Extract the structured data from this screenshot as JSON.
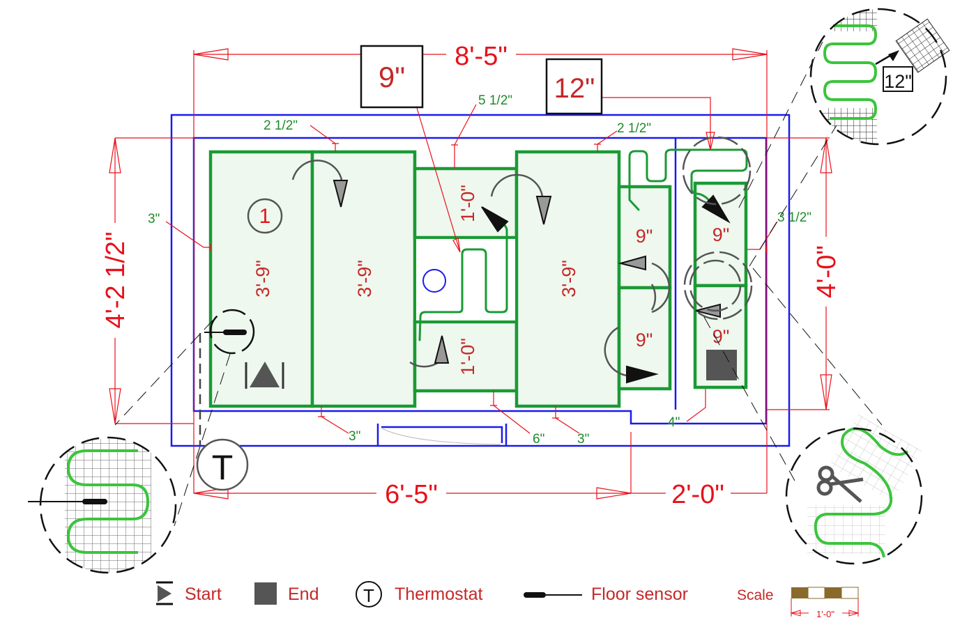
{
  "title": "Heated floor mat layout plan",
  "colors": {
    "wall": "#1a1aee",
    "mat_outline": "#1a9a35",
    "mat_fill": "#eef8ef",
    "dimension": "#e8101a",
    "label": "#c62828",
    "note": "#1e8a2a",
    "heating_cable": "#3cc43c",
    "arrow": "#555555",
    "scale_brown": "#8a6a2a"
  },
  "overall_dimensions": {
    "width": "8'-5\"",
    "height_left": "4'-2 1/2\"",
    "height_right": "4'-0\"",
    "bottom_left": "6'-5\"",
    "bottom_right": "2'-0\""
  },
  "callouts": {
    "mat_width_9": "9\"",
    "mat_width_12": "12\""
  },
  "offsets": {
    "top_left": "2 1/2\"",
    "top_middle": "5 1/2\"",
    "top_right": "2 1/2\"",
    "left": "3\"",
    "right": "3 1/2\"",
    "bottom_left": "3\"",
    "bottom_mid": "6\"",
    "bottom_right": "3\"",
    "bottom_alcove": "4\""
  },
  "mats": [
    {
      "id": "panel-1",
      "label": "3'-9\"",
      "badge": "1"
    },
    {
      "id": "panel-2",
      "label": "3'-9\""
    },
    {
      "id": "panel-3-top",
      "label": "1'-0\""
    },
    {
      "id": "panel-3-bottom",
      "label": "1'-0\""
    },
    {
      "id": "panel-4",
      "label": "3'-9\""
    },
    {
      "id": "panel-5-top",
      "label": "9\""
    },
    {
      "id": "panel-5-bottom",
      "label": "9\""
    },
    {
      "id": "panel-6-top",
      "label": "9\""
    },
    {
      "id": "panel-6-bottom",
      "label": "9\""
    }
  ],
  "detail_12_label": "12\"",
  "thermostat_symbol": "T",
  "legend": {
    "start": "Start",
    "end": "End",
    "thermostat": "Thermostat",
    "thermostat_symbol": "T",
    "floor_sensor": "Floor sensor",
    "scale": "Scale",
    "scale_length": "1'-0\""
  }
}
